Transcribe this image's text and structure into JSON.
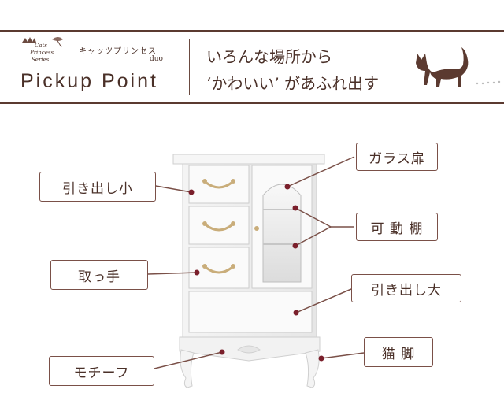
{
  "header": {
    "logo_text": [
      "Cats",
      "Princess",
      "Series"
    ],
    "brand": "キャッツプリンセス",
    "brand_sub": "duo",
    "title": "Pickup Point",
    "catch_line1": "いろんな場所から",
    "catch_line2": "‘かわいい’ があふれ出す"
  },
  "labels": {
    "glass_door": "ガラス扉",
    "small_drawer": "引き出し小",
    "movable_shelf": "可 動 棚",
    "handle": "取っ手",
    "large_drawer": "引き出し大",
    "cat_legs": "猫  脚",
    "motif": "モチーフ"
  },
  "colors": {
    "accent": "#7a1f2b",
    "text": "#4a3028",
    "rule": "#5b3a30"
  },
  "icons": [
    "cat-silhouette-icon",
    "crown-logo-icon"
  ]
}
